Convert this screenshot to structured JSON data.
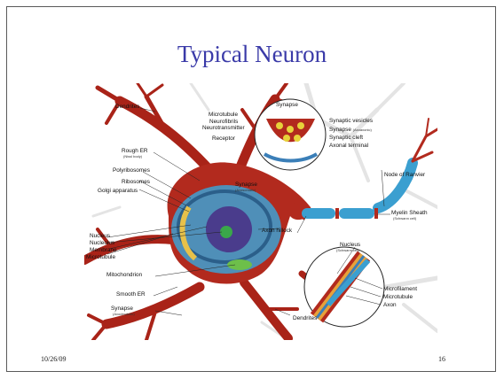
{
  "slide": {
    "title": "Typical Neuron",
    "date": "10/26/09",
    "page_number": "16"
  },
  "diagram": {
    "labels": {
      "dendrites_top": "Dendrites",
      "microtubule_top": "Microtubule",
      "neurofibrils": "Neurofibrils",
      "neurotransmitter": "Neurotransmitter",
      "receptor": "Receptor",
      "synapse_inset": "Synapse",
      "synaptic_vesicles": "Synaptic vesicles",
      "synapse_axoaxonic": "Synapse",
      "synapse_axoaxonic_sub": "(Axoaxonic)",
      "synaptic_cleft": "Synaptic cleft",
      "axonal_terminal": "Axonal terminal",
      "rough_er": "Rough ER",
      "rough_er_sub": "(Nissl body)",
      "polyribosomes": "Polyribosomes",
      "ribosomes": "Ribosomes",
      "golgi": "Golgi apparatus",
      "synapse_axosomatic": "Synapse",
      "synapse_axosomatic_sub": "(Axosomatic)",
      "node_of_ranvier": "Node of Ranvier",
      "myelin_sheath": "Myelin Sheath",
      "myelin_sheath_sub": "(Schwann cell)",
      "axon_hillock": "Axon hillock",
      "nucleus": "Nucleus",
      "nucleolus": "Nucleolus",
      "membrane": "Membrane",
      "microtubule_left": "Microtubule",
      "mitochondrion": "Mitochondrion",
      "smooth_er": "Smooth ER",
      "synapse_axodendritic": "Synapse",
      "synapse_axodendritic_sub": "(Axodendritic)",
      "nucleus_schwann": "Nucleus",
      "nucleus_schwann_sub": "(Schwann cell)",
      "microfilament": "Microfilament",
      "microtubule_inset": "Microtubule",
      "axon": "Axon",
      "dendrites_bottom": "Dendrites"
    },
    "colors": {
      "neuron_body": "#b22a1e",
      "dendrite_branch": "#a92318",
      "nucleus": "#4a3c8c",
      "cytoplasm": "#4f8fb8",
      "myelin": "#3b9fd0",
      "background_cells": "#e6e6e6",
      "title": "#3a3aa8"
    }
  }
}
